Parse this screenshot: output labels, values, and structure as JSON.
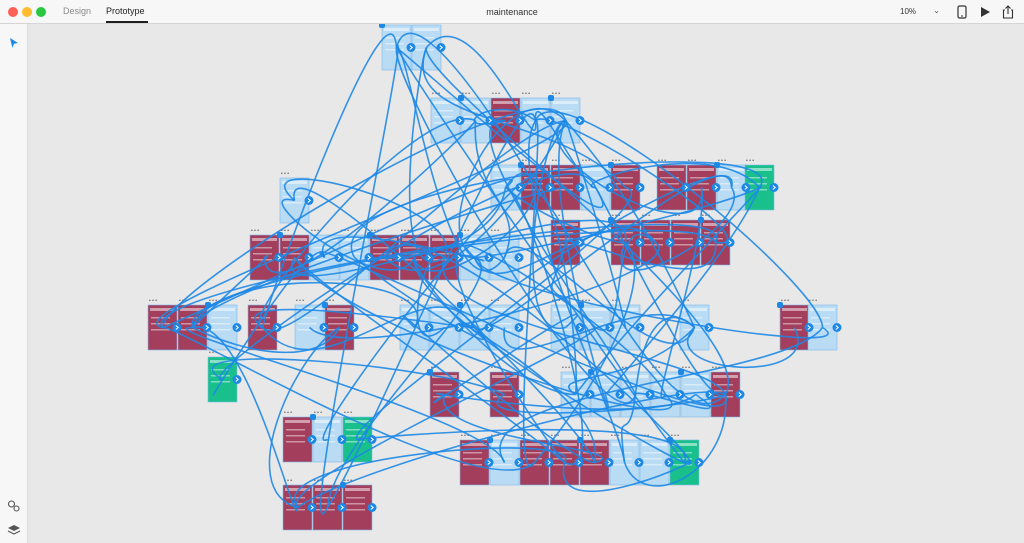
{
  "window": {
    "title": "maintenance",
    "traffic_lights": [
      "#fe5f57",
      "#febc2e",
      "#28c840"
    ]
  },
  "tabs": [
    {
      "label": "Design",
      "active": false
    },
    {
      "label": "Prototype",
      "active": true
    }
  ],
  "toolbar": {
    "zoom_value": "10%",
    "device_preview_icon": "phone-icon",
    "play_icon": "play-icon",
    "share_icon": "share-icon"
  },
  "leftbar": {
    "top_tool_icon": "select-arrow-icon",
    "bottom_icons": [
      "plugins-icon",
      "layers-icon"
    ]
  },
  "colors": {
    "artboard_red": "#a33f5c",
    "artboard_blue": "#b9dbf4",
    "artboard_green": "#19c08c",
    "wire": "#1e88e5",
    "canvas": "#e8e8e8"
  }
}
